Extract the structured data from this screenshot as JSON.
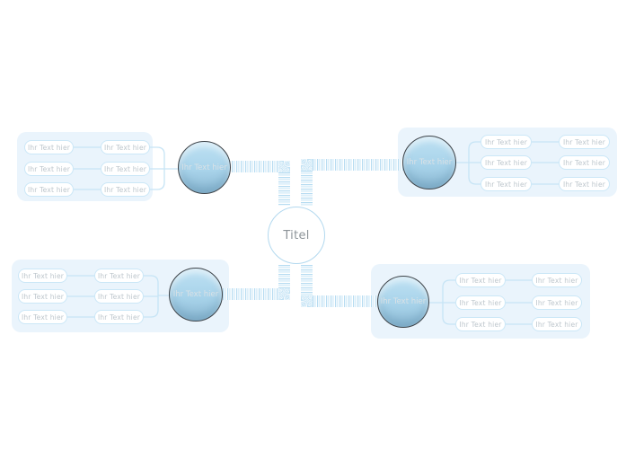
{
  "center": {
    "label": "Titel"
  },
  "branches": [
    {
      "name": "top-left",
      "label": "Ihr Text hier",
      "rows": [
        {
          "subtopic": "Ihr Text hier",
          "leaf": "Ihr Text hier"
        },
        {
          "subtopic": "Ihr Text hier",
          "leaf": "Ihr Text hier"
        },
        {
          "subtopic": "Ihr Text hier",
          "leaf": "Ihr Text hier"
        }
      ]
    },
    {
      "name": "top-right",
      "label": "Ihr Text hier",
      "rows": [
        {
          "subtopic": "Ihr Text hier",
          "leaf": "Ihr Text hier"
        },
        {
          "subtopic": "Ihr Text hier",
          "leaf": "Ihr Text hier"
        },
        {
          "subtopic": "Ihr Text hier",
          "leaf": "Ihr Text hier"
        }
      ]
    },
    {
      "name": "bottom-left",
      "label": "Ihr Text hier",
      "rows": [
        {
          "subtopic": "Ihr Text hier",
          "leaf": "Ihr Text hier"
        },
        {
          "subtopic": "Ihr Text hier",
          "leaf": "Ihr Text hier"
        },
        {
          "subtopic": "Ihr Text hier",
          "leaf": "Ihr Text hier"
        }
      ]
    },
    {
      "name": "bottom-right",
      "label": "Ihr Text hier",
      "rows": [
        {
          "subtopic": "Ihr Text hier",
          "leaf": "Ihr Text hier"
        },
        {
          "subtopic": "Ihr Text hier",
          "leaf": "Ihr Text hier"
        },
        {
          "subtopic": "Ihr Text hier",
          "leaf": "Ihr Text hier"
        }
      ]
    }
  ],
  "colors": {
    "background": "#ffffff",
    "panel": "#eaf4fc",
    "pill_border": "#cbe7f7",
    "pill_text": "#bdc6cc",
    "thin_line": "#c6e4f5",
    "ribbon_stripe": "#b7dcf1",
    "branch_circle_top": "#bee1f3",
    "branch_circle_bottom": "#8fbcd6",
    "branch_circle_border": "#3f4449",
    "branch_circle_text": "#d9e1e6",
    "center_circle_border": "#b3d9ef",
    "center_circle_text": "#8d9499"
  }
}
